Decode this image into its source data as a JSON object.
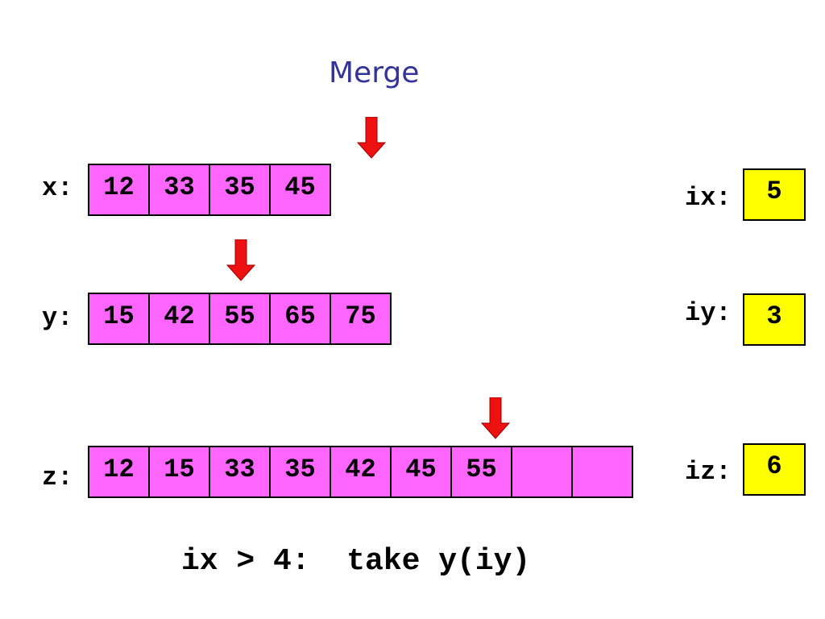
{
  "title": "Merge",
  "arrays": {
    "x": {
      "label": "x:",
      "values": [
        "12",
        "33",
        "35",
        "45"
      ]
    },
    "y": {
      "label": "y:",
      "values": [
        "15",
        "42",
        "55",
        "65",
        "75"
      ]
    },
    "z": {
      "label": "z:",
      "values": [
        "12",
        "15",
        "33",
        "35",
        "42",
        "45",
        "55",
        "",
        ""
      ]
    }
  },
  "counters": {
    "ix": {
      "label": "ix:",
      "value": "5"
    },
    "iy": {
      "label": "iy:",
      "value": "3"
    },
    "iz": {
      "label": "iz:",
      "value": "6"
    }
  },
  "condition": "ix > 4:  take y(iy)",
  "colors": {
    "title": "#333399",
    "array_cell": "#ff66ff",
    "counter_box": "#ffff00",
    "pointer_arrow": "#ee1111"
  }
}
